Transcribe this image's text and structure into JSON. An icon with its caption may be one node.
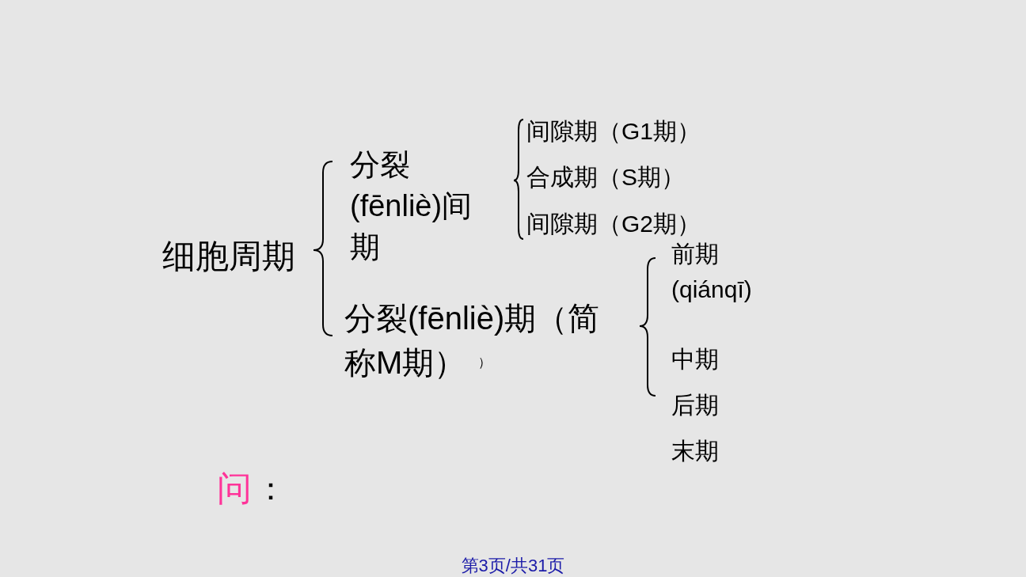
{
  "diagram": {
    "labels": [
      "细胞周期",
      "分裂(fēnliè)间期",
      "间隙期（G1期）",
      "合成期（S期）",
      "间隙期（G2期）",
      "分裂(fēnliè)期（简称M期）",
      "）",
      "前期(qiánqī)",
      "中期",
      "后期",
      "末期",
      "问",
      "：",
      "第3页/共31页"
    ]
  }
}
